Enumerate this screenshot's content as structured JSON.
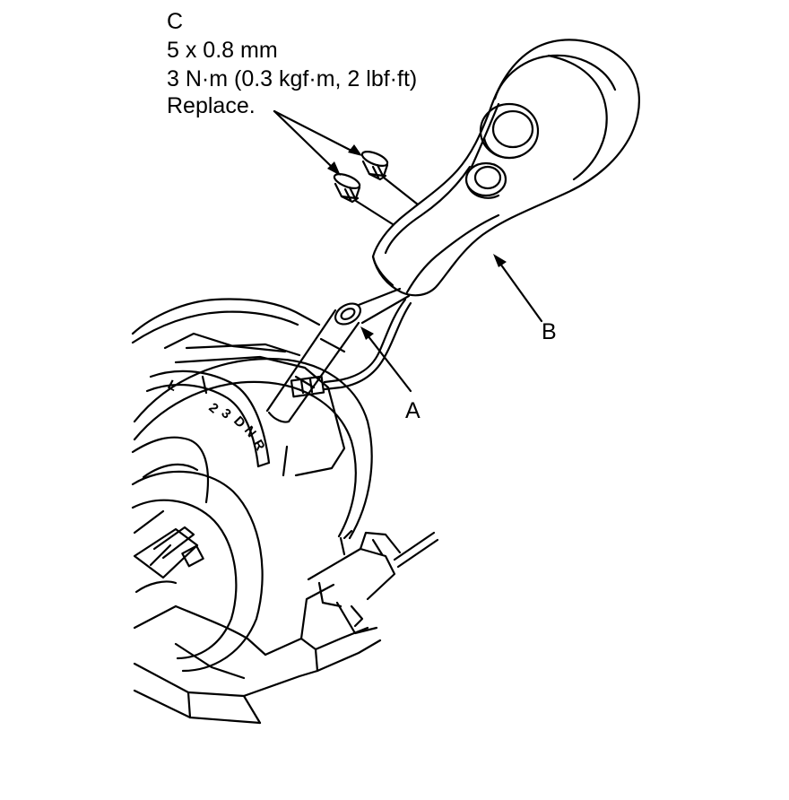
{
  "callout_c": {
    "letter": "C",
    "size": "5 x 0.8 mm",
    "torque": "3 N·m (0.3 kgf·m, 2 lbf·ft)",
    "note": "Replace."
  },
  "labels": {
    "a": "A",
    "b": "B"
  },
  "gear_indicator": {
    "positions": [
      "L",
      "2",
      "3",
      "D",
      "N",
      "R"
    ]
  },
  "colors": {
    "line": "#000000",
    "background": "#ffffff"
  }
}
